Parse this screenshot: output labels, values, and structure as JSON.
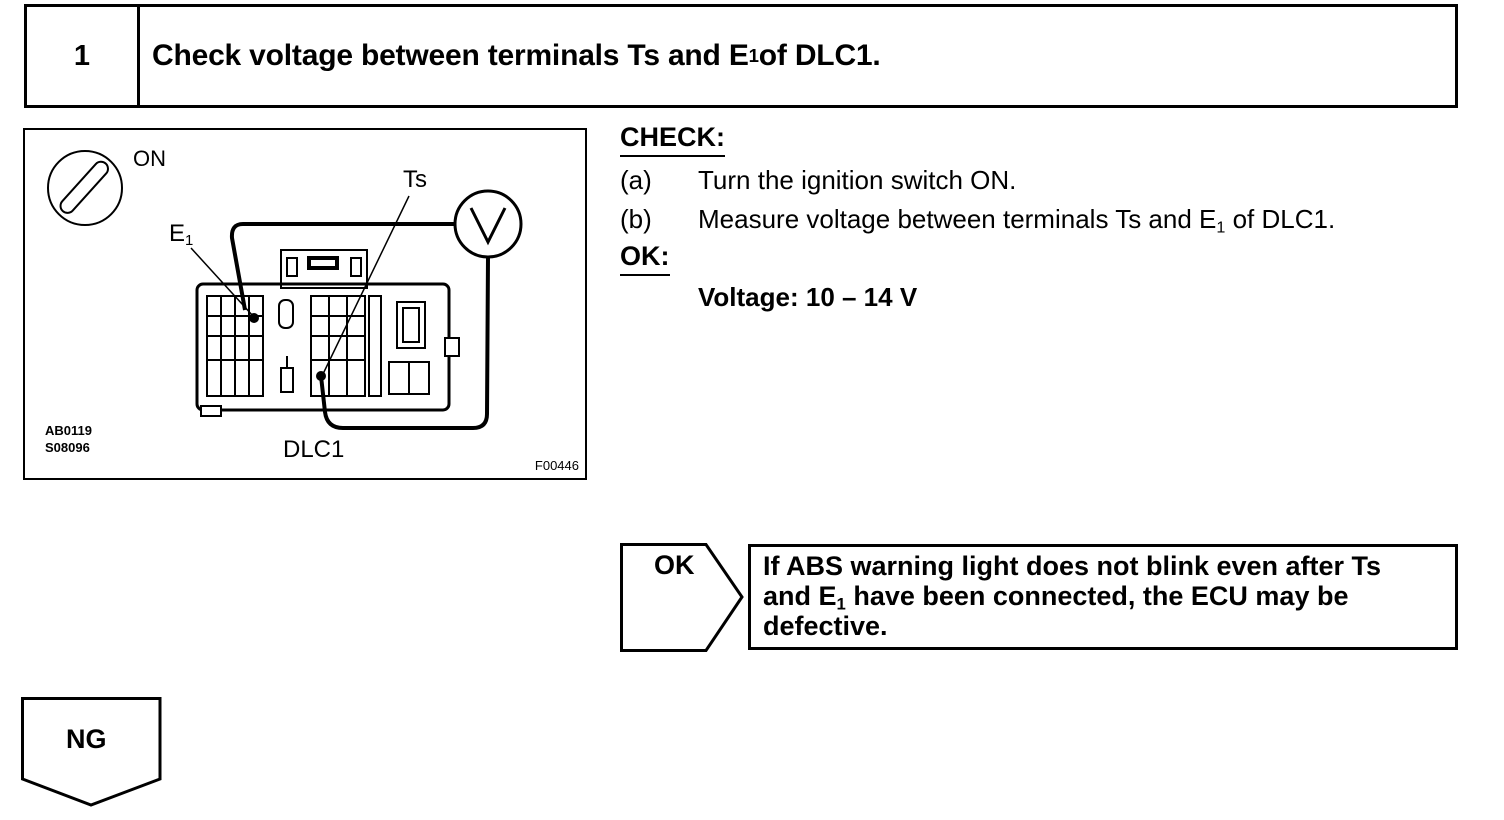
{
  "header": {
    "step_number": "1",
    "title_prefix": "Check voltage between terminals Ts and E",
    "title_sub": "1",
    "title_suffix": " of DLC1."
  },
  "figure": {
    "label_on": "ON",
    "label_ts": "Ts",
    "label_e": "E",
    "label_e_sub": "1",
    "label_connector": "DLC1",
    "ref_code_1": "AB0119",
    "ref_code_2": "S08096",
    "ref_code_3": "F00446",
    "icons": [
      "ignition-key-icon",
      "voltmeter-icon",
      "dlc1-connector-icon"
    ]
  },
  "check": {
    "heading": "CHECK:",
    "steps": [
      {
        "key": "(a)",
        "text": "Turn the ignition switch ON."
      },
      {
        "key": "(b)",
        "text_prefix": "Measure voltage between terminals Ts and E",
        "text_sub": "1",
        "text_suffix": " of DLC1."
      }
    ],
    "ok_heading": "OK:",
    "spec": "Voltage: 10 – 14 V"
  },
  "ok_branch": {
    "label": "OK",
    "line1": "If ABS warning light does not blink even after Ts",
    "line2_prefix": "and E",
    "line2_sub": "1",
    "line2_suffix": " have been connected, the ECU may be",
    "line3": "defective."
  },
  "ng_branch": {
    "label": "NG"
  }
}
